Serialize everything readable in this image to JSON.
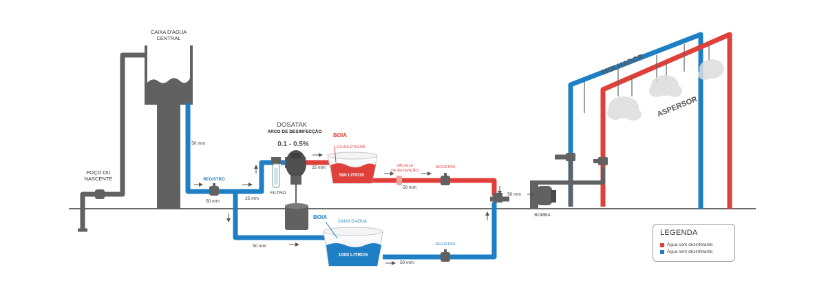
{
  "colors": {
    "blue": "#1f7fc4",
    "red": "#e0403a",
    "gray": "#616161",
    "text": "#333333"
  },
  "labels": {
    "caixa_central_line1": "CAIXA D'AGUA",
    "caixa_central_line2": "CENTRAL",
    "poco_line1": "POÇO OU",
    "poco_line2": "NASCENTE",
    "pipe_50mm_vertical": "50 mm",
    "registro_1": "REGISTRO",
    "pipe_50mm_under_registro": "50 mm",
    "pipe_25mm_lower": "25 mm",
    "filtro": "FILTRO",
    "dosatak_title": "DOSATAK",
    "dosatak_subtitle": "ARCO DE DESINFECÇÃO",
    "dosatak_range": "0.1 - 0.5%",
    "pipe_25mm_upper": "25 mm",
    "boia_red": "BOIA",
    "caixa_500_label": "CAIXA D'AGUA",
    "tank_500": "500 LITROS",
    "valvula_line1": "VÁLVULA",
    "valvula_line2": "DE RETENÇÃO",
    "registro_red": "REGISTRO",
    "pipe_50mm_red": "50 mm",
    "pipe_50mm_bomba": "50 mm",
    "bomba": "BOMBA",
    "boia_blue": "BOIA",
    "caixa_1000_label": "CAIXA D'AGUA",
    "tank_1000": "1000 LITROS",
    "pipe_50mm_bottom_left": "50 mm",
    "registro_blue": "REGISTRO",
    "pipe_50mm_bottom_right": "50 mm",
    "molhador": "MOLHADOR",
    "aspersor": "ASPERSOR"
  },
  "legend": {
    "title": "LEGENDA",
    "items": [
      {
        "label": "Água com desinfetante",
        "color": "#e0403a"
      },
      {
        "label": "Água sem desinfetante",
        "color": "#1f7fc4"
      }
    ]
  }
}
